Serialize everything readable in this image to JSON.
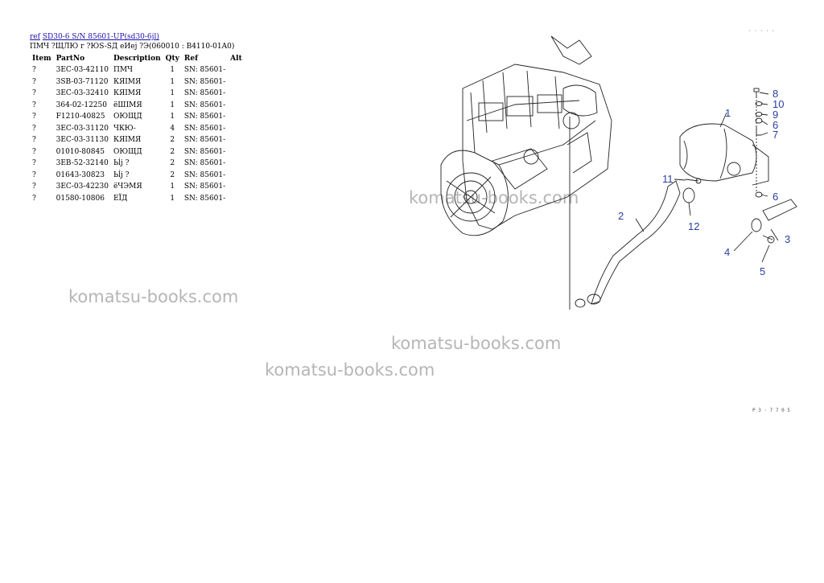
{
  "header": {
    "link_ref": "ref",
    "link_model": "SD30-6 S/N 85601-UP(sd30-6jl)",
    "subtitle": "ПМЧ ?ЩЛЮ г ?ЮS-SД еИеј ?Э(060010 : B4110-01A0)"
  },
  "table": {
    "headers": [
      "Item",
      "PartNo",
      "Description",
      "Qty",
      "Ref",
      "Alt"
    ],
    "rows": [
      {
        "item": "?",
        "part": "3EC-03-42110",
        "desc": "ПМЧ",
        "qty": "1",
        "ref": "SN: 85601-",
        "alt": ""
      },
      {
        "item": "?",
        "part": "3SB-03-71120",
        "desc": "КЯIМЯ",
        "qty": "1",
        "ref": "SN: 85601-",
        "alt": ""
      },
      {
        "item": "?",
        "part": "3EC-03-32410",
        "desc": "КЯIМЯ",
        "qty": "1",
        "ref": "SN: 85601-",
        "alt": ""
      },
      {
        "item": "?",
        "part": "364-02-12250",
        "desc": "ёШIМЯ",
        "qty": "1",
        "ref": "SN: 85601-",
        "alt": ""
      },
      {
        "item": "?",
        "part": "F1210-40825",
        "desc": "ОЮЩД",
        "qty": "1",
        "ref": "SN: 85601-",
        "alt": ""
      },
      {
        "item": "?",
        "part": "3EC-03-31120",
        "desc": "ЧКЮ-",
        "qty": "4",
        "ref": "SN: 85601-",
        "alt": ""
      },
      {
        "item": "?",
        "part": "3EC-03-31130",
        "desc": "КЯIМЯ",
        "qty": "2",
        "ref": "SN: 85601-",
        "alt": ""
      },
      {
        "item": "?",
        "part": "01010-80845",
        "desc": "ОЮЩД",
        "qty": "2",
        "ref": "SN: 85601-",
        "alt": ""
      },
      {
        "item": "?",
        "part": "3EB-52-32140",
        "desc": "Ьĺj ?",
        "qty": "2",
        "ref": "SN: 85601-",
        "alt": ""
      },
      {
        "item": "?",
        "part": "01643-30823",
        "desc": "Ьĺj ?",
        "qty": "2",
        "ref": "SN: 85601-",
        "alt": ""
      },
      {
        "item": "?",
        "part": "3EC-03-42230",
        "desc": "ёЧЭМЯ",
        "qty": "1",
        "ref": "SN: 85601-",
        "alt": ""
      },
      {
        "item": "?",
        "part": "01580-10806",
        "desc": "ЕЇД",
        "qty": "1",
        "ref": "SN: 85601-",
        "alt": ""
      }
    ]
  },
  "watermarks": [
    "komatsu-books.com",
    "komatsu-books.com",
    "komatsu-books.com",
    "komatsu-books.com"
  ],
  "diagram": {
    "callouts": [
      "1",
      "2",
      "3",
      "4",
      "5",
      "6",
      "6",
      "7",
      "8",
      "9",
      "10",
      "11",
      "12"
    ],
    "corner_code_top": "· · · · ·",
    "corner_code_bottom": "P 3 ·  7 7 0 5"
  },
  "colors": {
    "link": "#1a0dab",
    "callout": "#2a3fa0",
    "line_art": "#222222",
    "watermark": "#8a8a8a"
  }
}
